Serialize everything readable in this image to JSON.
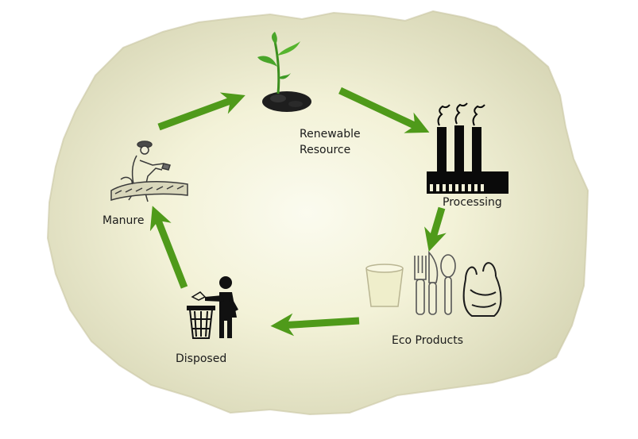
{
  "diagram": {
    "stages": [
      {
        "id": "renewable-resource",
        "label": "Renewable Resource",
        "icon": "seedling-icon"
      },
      {
        "id": "processing",
        "label": "Processing",
        "icon": "factory-icon"
      },
      {
        "id": "eco-products",
        "label": "Eco Products",
        "icon": "eco-products-icon"
      },
      {
        "id": "disposed",
        "label": "Disposed",
        "icon": "trash-disposal-icon"
      },
      {
        "id": "manure",
        "label": "Manure",
        "icon": "farmer-icon"
      }
    ],
    "arrow_color": "#4f9a1a",
    "background_color": "#ecebc9",
    "labels": {
      "renewable_resource": "Renewable Resource",
      "processing": "Processing",
      "eco_products": "Eco Products",
      "disposed": "Disposed",
      "manure": "Manure"
    }
  }
}
